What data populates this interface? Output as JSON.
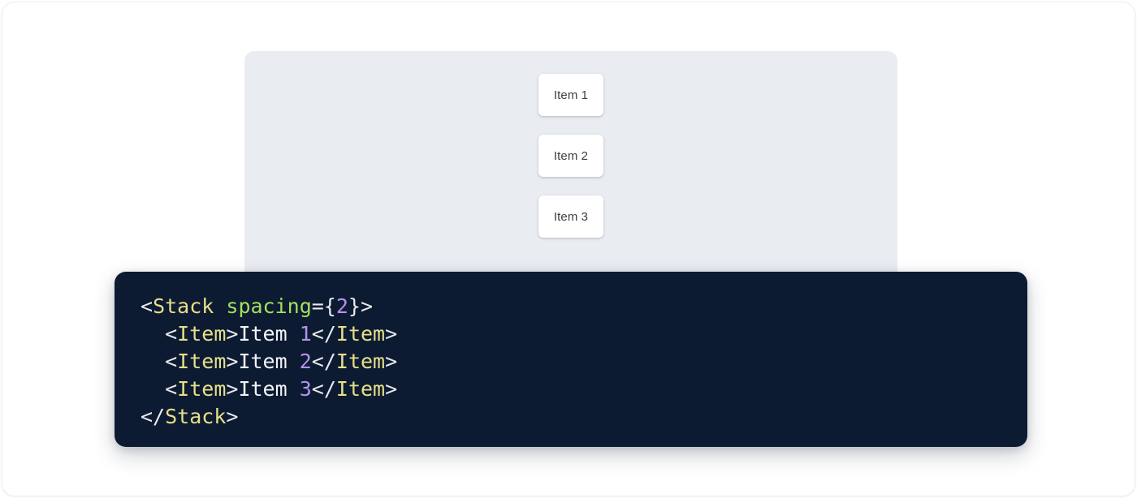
{
  "preview": {
    "panel_background": "#e9ecf1",
    "items": [
      {
        "label": "Item 1"
      },
      {
        "label": "Item 2"
      },
      {
        "label": "Item 3"
      }
    ]
  },
  "code_block": {
    "background": "#0d1b32",
    "language": "jsx",
    "colors": {
      "punctuation": "#e8eaed",
      "tag": "#e6e08a",
      "attribute": "#a3e05f",
      "number": "#b392f0",
      "text": "#f2f4f7"
    },
    "lines": [
      {
        "indent": "",
        "tokens": [
          {
            "t": "<",
            "c": "tok-punct"
          },
          {
            "t": "Stack",
            "c": "tok-tag"
          },
          {
            "t": " ",
            "c": "tok-punct"
          },
          {
            "t": "spacing",
            "c": "tok-attr"
          },
          {
            "t": "={",
            "c": "tok-punct"
          },
          {
            "t": "2",
            "c": "tok-num"
          },
          {
            "t": "}>",
            "c": "tok-punct"
          }
        ]
      },
      {
        "indent": "  ",
        "tokens": [
          {
            "t": "<",
            "c": "tok-punct"
          },
          {
            "t": "Item",
            "c": "tok-tag"
          },
          {
            "t": ">",
            "c": "tok-punct"
          },
          {
            "t": "Item ",
            "c": "tok-text"
          },
          {
            "t": "1",
            "c": "tok-num"
          },
          {
            "t": "</",
            "c": "tok-punct"
          },
          {
            "t": "Item",
            "c": "tok-tag"
          },
          {
            "t": ">",
            "c": "tok-punct"
          }
        ]
      },
      {
        "indent": "  ",
        "tokens": [
          {
            "t": "<",
            "c": "tok-punct"
          },
          {
            "t": "Item",
            "c": "tok-tag"
          },
          {
            "t": ">",
            "c": "tok-punct"
          },
          {
            "t": "Item ",
            "c": "tok-text"
          },
          {
            "t": "2",
            "c": "tok-num"
          },
          {
            "t": "</",
            "c": "tok-punct"
          },
          {
            "t": "Item",
            "c": "tok-tag"
          },
          {
            "t": ">",
            "c": "tok-punct"
          }
        ]
      },
      {
        "indent": "  ",
        "tokens": [
          {
            "t": "<",
            "c": "tok-punct"
          },
          {
            "t": "Item",
            "c": "tok-tag"
          },
          {
            "t": ">",
            "c": "tok-punct"
          },
          {
            "t": "Item ",
            "c": "tok-text"
          },
          {
            "t": "3",
            "c": "tok-num"
          },
          {
            "t": "</",
            "c": "tok-punct"
          },
          {
            "t": "Item",
            "c": "tok-tag"
          },
          {
            "t": ">",
            "c": "tok-punct"
          }
        ]
      },
      {
        "indent": "",
        "tokens": [
          {
            "t": "</",
            "c": "tok-punct"
          },
          {
            "t": "Stack",
            "c": "tok-tag"
          },
          {
            "t": ">",
            "c": "tok-punct"
          }
        ]
      }
    ]
  }
}
